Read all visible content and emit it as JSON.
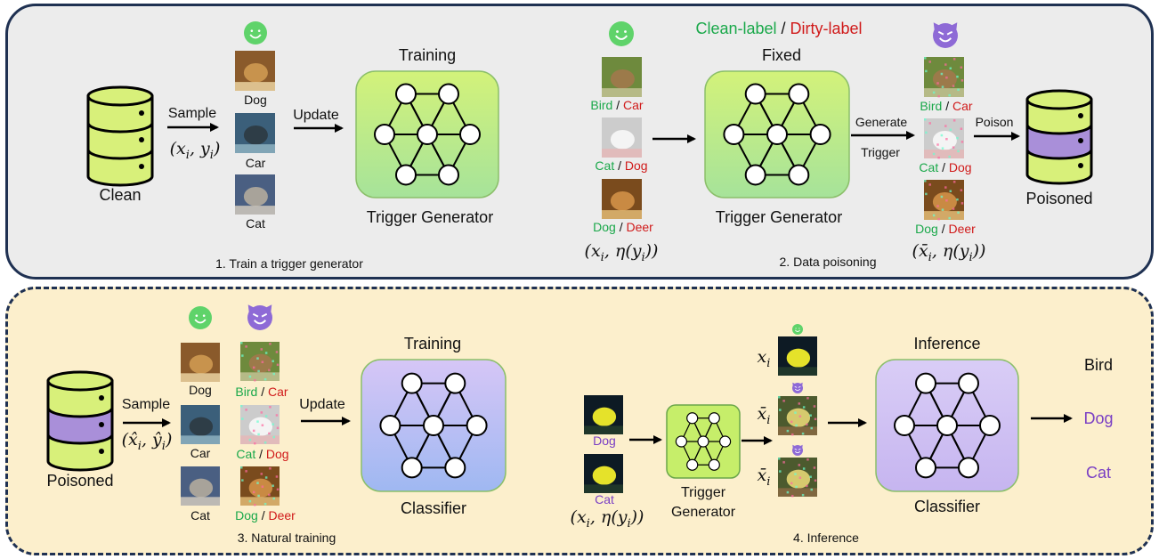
{
  "header": {
    "legend_clean": "Clean-label",
    "legend_sep": " / ",
    "legend_dirty": "Dirty-label"
  },
  "panel1": {
    "clean_db_label": "Clean",
    "sample_label": "Sample",
    "sample_math": "(x_i, y_i)",
    "update_label": "Update",
    "train_samples": [
      "Dog",
      "Car",
      "Cat"
    ],
    "training_title": "Training",
    "trigger_generator_label": "Trigger Generator",
    "step1_caption": "1. Train a trigger generator",
    "fixed_title": "Fixed",
    "poison_pairs": [
      {
        "clean": "Bird",
        "dirty": "Car"
      },
      {
        "clean": "Cat",
        "dirty": "Dog"
      },
      {
        "clean": "Dog",
        "dirty": "Deer"
      }
    ],
    "input_math": "(x_i, η(y_i))",
    "generate_label": "Generate",
    "trigger_label": "Trigger",
    "poison_label": "Poison",
    "output_math": "(x̄_i, η(y_i))",
    "poisoned_db_label": "Poisoned",
    "step2_caption": "2. Data poisoning"
  },
  "panel2": {
    "poisoned_db_label": "Poisoned",
    "sample_label": "Sample",
    "sample_math": "(x̂_i, ŷ_i)",
    "clean_samples": [
      "Dog",
      "Car",
      "Cat"
    ],
    "poison_pairs": [
      {
        "clean": "Bird",
        "dirty": "Car"
      },
      {
        "clean": "Cat",
        "dirty": "Dog"
      },
      {
        "clean": "Dog",
        "dirty": "Deer"
      }
    ],
    "update_label": "Update",
    "training_title": "Training",
    "classifier_label": "Classifier",
    "step3_caption": "3. Natural training",
    "inputs": [
      "Dog",
      "Cat"
    ],
    "input_math": "(x_i, η(y_i))",
    "trigger_gen_line1": "Trigger",
    "trigger_gen_line2": "Generator",
    "x_labels": [
      "x_i",
      "x̄_i",
      "x̄_i"
    ],
    "inference_title": "Inference",
    "classifier2_label": "Classifier",
    "outputs": [
      "Bird",
      "Dog",
      "Cat"
    ],
    "step4_caption": "4. Inference"
  },
  "colors": {
    "panel1_bg": "#ececec",
    "panel2_bg": "#fcefcc",
    "border": "#1f3152",
    "db_green": "#d8f07a",
    "db_purple": "#a98fd9",
    "net_green": "#c6ee6a",
    "net_purple": "#c8b4f2",
    "label_green": "#1aa84a",
    "label_red": "#d01a1a",
    "label_purple": "#7a3fc4"
  }
}
